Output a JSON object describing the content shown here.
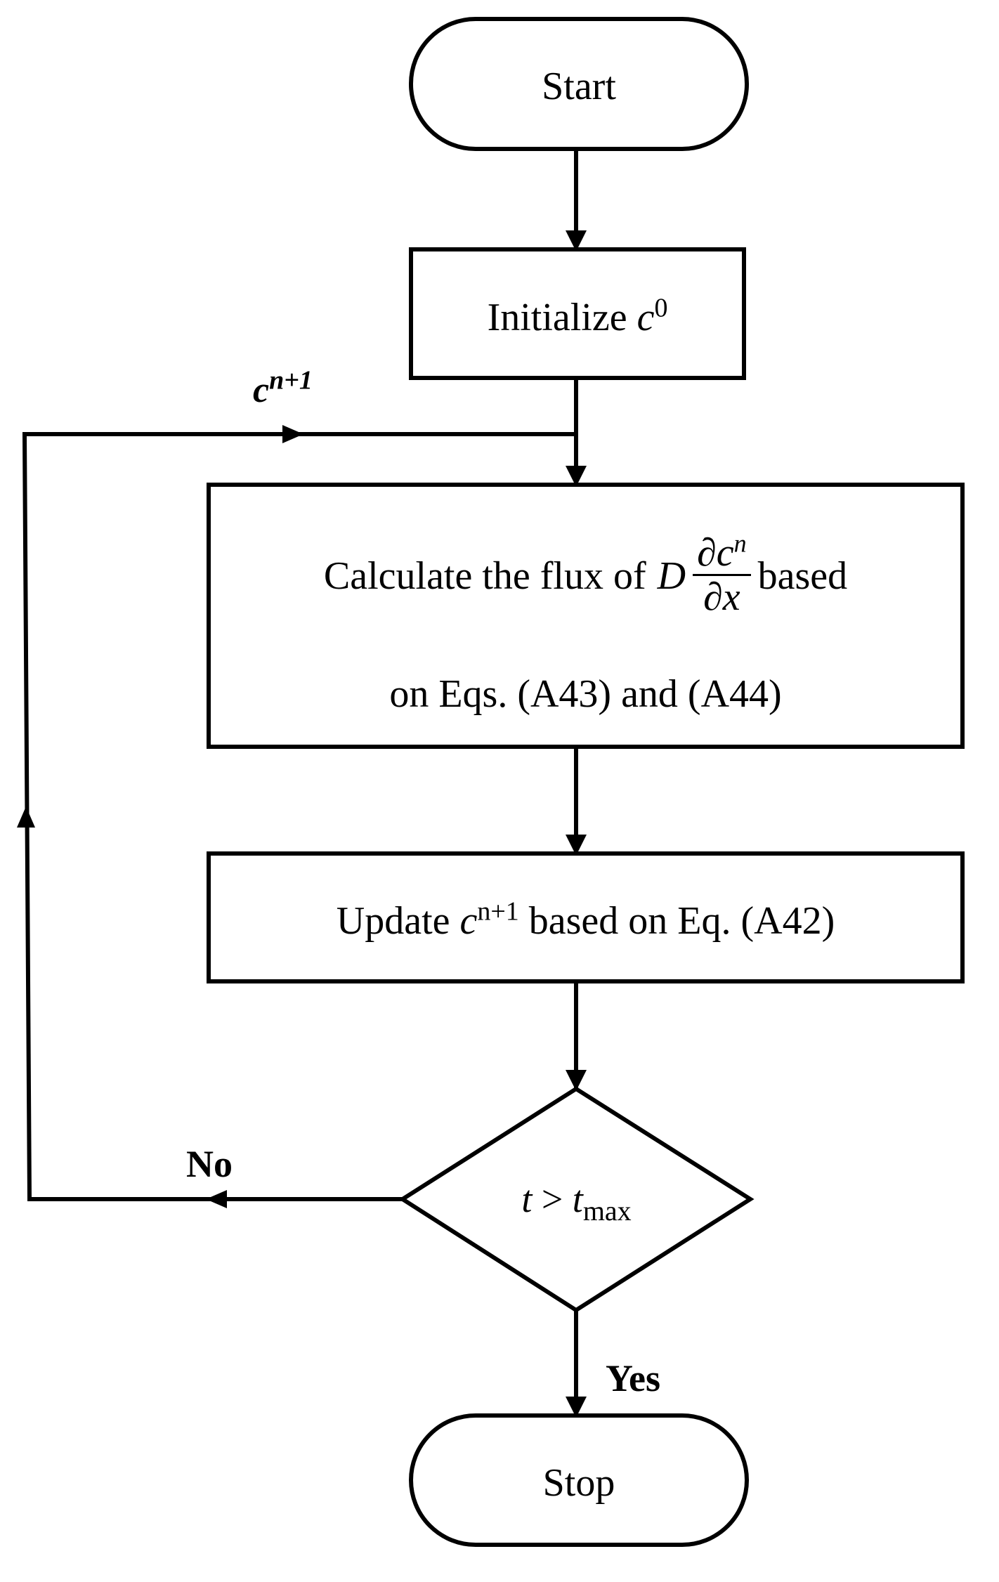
{
  "nodes": {
    "start": {
      "label": "Start"
    },
    "initialize": {
      "label": "Initialize ",
      "var": "c",
      "sup": "0"
    },
    "calculate": {
      "line1_prefix": "Calculate the flux of ",
      "coef": "D",
      "frac_num_sym": "∂",
      "frac_num_var": "c",
      "frac_num_sup": "n",
      "frac_den_sym": "∂",
      "frac_den_var": "x",
      "line1_suffix": " based",
      "line2": "on Eqs. (A43) and (A44)"
    },
    "update": {
      "prefix": "Update ",
      "var": "c",
      "sup": "n+1",
      "suffix": " based on Eq. (A42)"
    },
    "decision": {
      "lhs": "t",
      "op": " > ",
      "rhs": "t",
      "rhs_sub": "max"
    },
    "stop": {
      "label": "Stop"
    }
  },
  "labels": {
    "loop_var": "c",
    "loop_sup": "n+1",
    "no": "No",
    "yes": "Yes"
  }
}
